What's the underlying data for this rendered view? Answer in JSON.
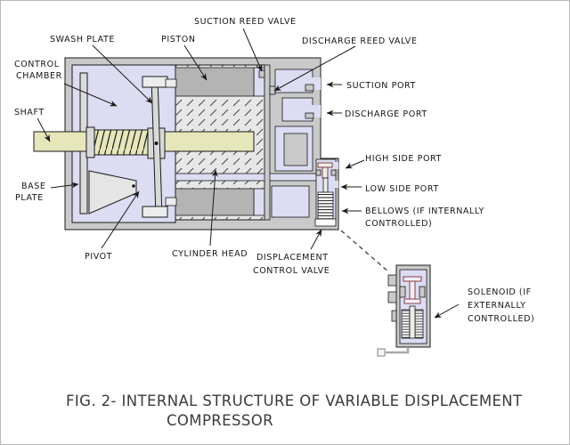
{
  "figure": {
    "caption": {
      "line1": "FIG. 2- INTERNAL STRUCTURE OF VARIABLE DISPLACEMENT",
      "line2": "COMPRESSOR"
    }
  },
  "diagram": {
    "labels": {
      "suction_reed_valve": "SUCTION REED VALVE",
      "swash_plate": "SWASH PLATE",
      "piston": "PISTON",
      "discharge_reed_valve": "DISCHARGE REED VALVE",
      "control_chamber_1": "CONTROL",
      "control_chamber_2": "CHAMBER",
      "shaft": "SHAFT",
      "base_plate_1": "BASE",
      "base_plate_2": "PLATE",
      "pivot": "PIVOT",
      "cylinder_head": "CYLINDER HEAD",
      "displacement_1": "DISPLACEMENT",
      "displacement_2": "CONTROL VALVE",
      "suction_port": "SUCTION PORT",
      "discharge_port": "DISCHARGE PORT",
      "high_side_port": "HIGH SIDE PORT",
      "low_side_port": "LOW SIDE PORT",
      "bellows_1": "BELLOWS (IF INTERNALLY",
      "bellows_2": "CONTROLLED)",
      "solenoid_1": "SOLENOID (IF",
      "solenoid_2": "EXTERNALLY",
      "solenoid_3": "CONTROLLED)"
    },
    "colors": {
      "casing_gray": "#c9c9c9",
      "chamber_lavender": "#dcdcf2",
      "shaft_yellow": "#e6e6bb",
      "piston_gray": "#b4b4b4",
      "block_gray": "#e7e7e7",
      "outline": "#1a1a1a",
      "valve_accent_red": "#7a2f2f",
      "wire_gray": "#a8a8a8"
    }
  }
}
